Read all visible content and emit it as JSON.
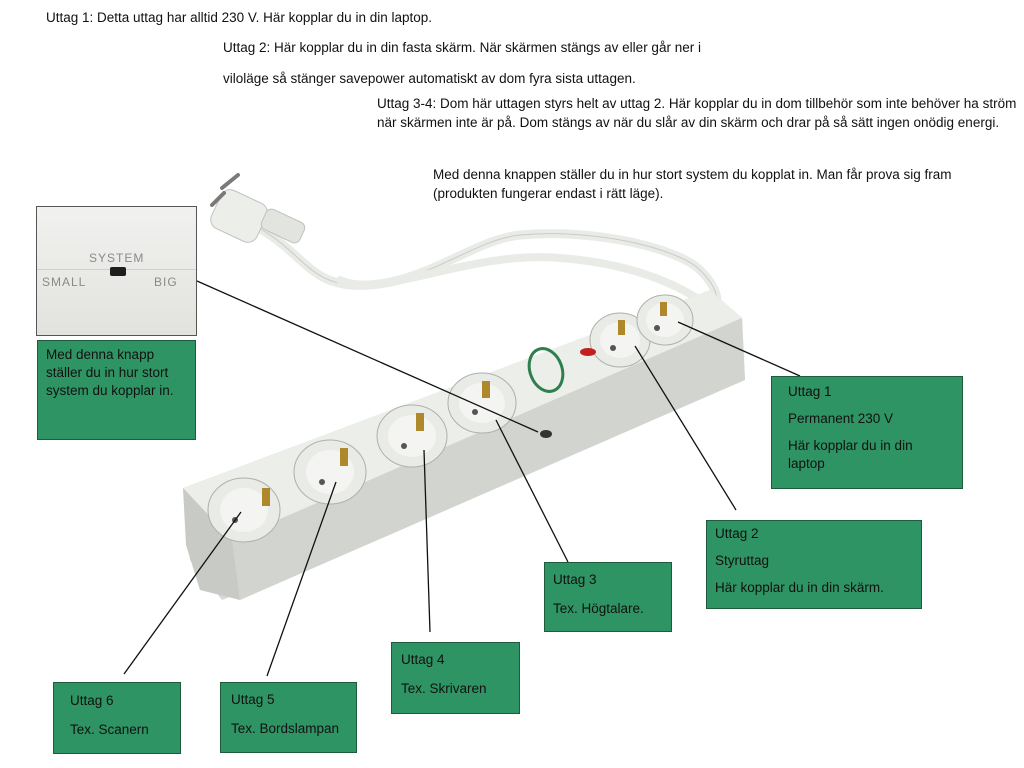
{
  "texts": {
    "uttag1": "Uttag 1: Detta uttag har alltid 230 V. Här kopplar du in din laptop.",
    "uttag2_line1": "Uttag 2: Här kopplar du in din fasta skärm. När skärmen stängs av eller går ner i",
    "uttag2_line2": "viloläge så stänger savepower automatiskt av dom fyra sista uttagen.",
    "uttag34": "Uttag 3-4: Dom här uttagen styrs helt av uttag 2. Här kopplar du in dom tillbehör som inte behöver ha ström när skärmen inte är på. Dom stängs av när du slår av din skärm och drar på så sätt ingen onödig energi.",
    "knapp": "Med denna knappen ställer du in hur stort system du kopplat in. Man får prova sig fram (produkten fungerar endast i rätt läge)."
  },
  "inset": {
    "system": "SYSTEM",
    "small": "SMALL",
    "big": "BIG"
  },
  "boxes": {
    "switch": "Med denna knapp ställer du in hur stort system du kopplar in.",
    "u1": {
      "title": "Uttag 1",
      "line1": "Permanent 230 V",
      "line2": "Här kopplar du in din laptop"
    },
    "u2": {
      "title": "Uttag 2",
      "line1": "Styruttag",
      "line2": "Här kopplar du in din skärm."
    },
    "u3": {
      "title": "Uttag 3",
      "line1": "Tex. Högtalare."
    },
    "u4": {
      "title": "Uttag 4",
      "line1": "Tex. Skrivaren"
    },
    "u5": {
      "title": "Uttag 5",
      "line1": "Tex. Bordslampan"
    },
    "u6": {
      "title": "Uttag 6",
      "line1": "Tex. Scanern"
    }
  },
  "colors": {
    "box_green": "#2f9464",
    "strip_body": "#e4e6e2",
    "brass": "#b0882c",
    "indicator": "#c0211f"
  }
}
